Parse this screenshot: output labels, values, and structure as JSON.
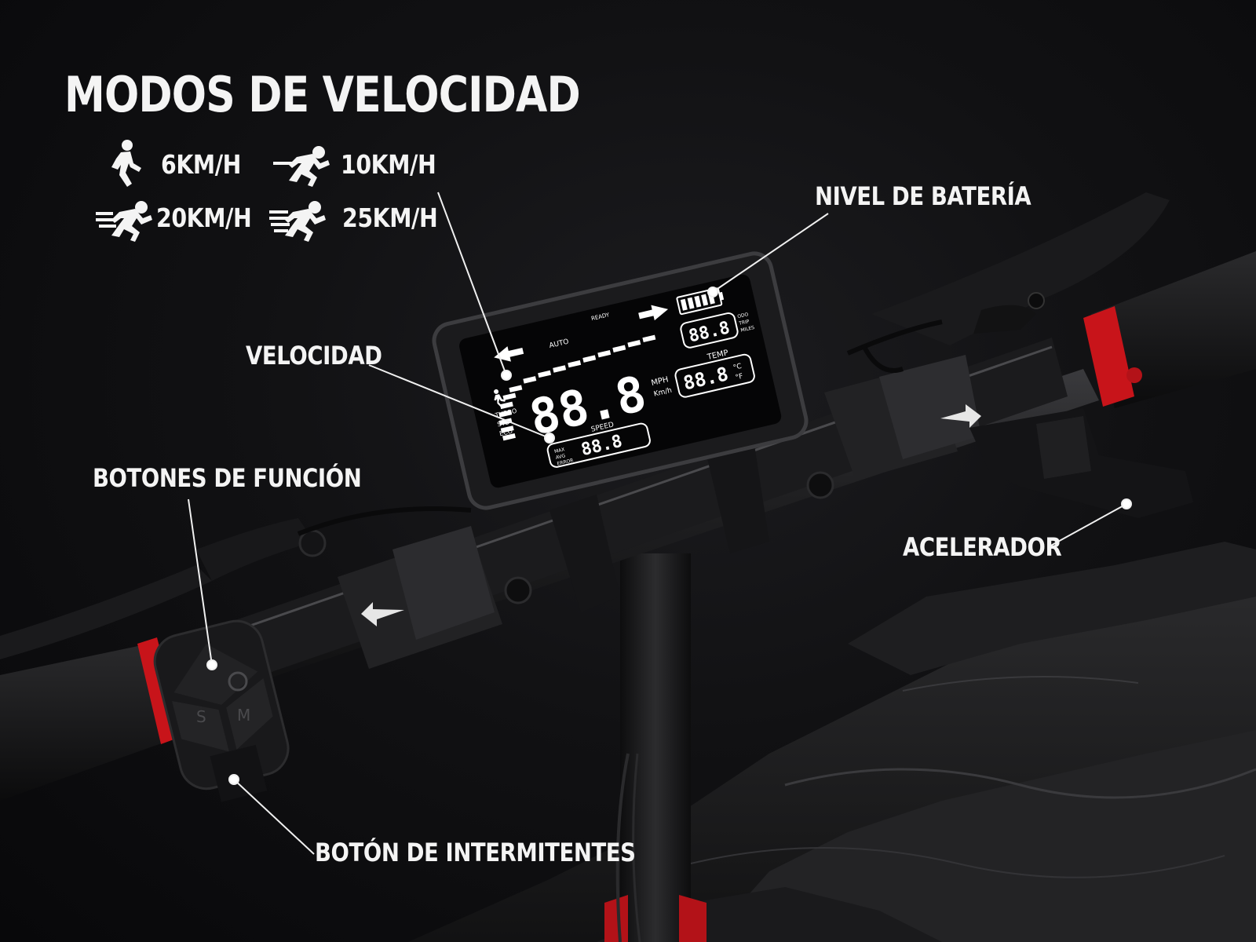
{
  "title": "MODOS DE VELOCIDAD",
  "speed_modes": [
    {
      "icon": "walking-person-icon",
      "label": "6KM/H"
    },
    {
      "icon": "running-person-icon",
      "label": "10KM/H"
    },
    {
      "icon": "fast-runner-icon",
      "label": "20KM/H"
    },
    {
      "icon": "fastest-runner-icon",
      "label": "25KM/H"
    }
  ],
  "callouts": {
    "battery": "NIVEL DE BATERÍA",
    "speed": "VELOCIDAD",
    "function_buttons": "BOTONES DE FUNCIÓN",
    "throttle": "ACELERADOR",
    "turn_signal": "BOTÓN DE INTERMITENTES"
  },
  "display": {
    "main_speed": "88.8",
    "unit_mph": "MPH",
    "unit_kmh": "Km/h",
    "speed_label": "SPEED",
    "odo_value": "88.8",
    "temp_label": "TEMP",
    "temp_value": "88.8",
    "temp_c": "°C",
    "temp_f": "°F",
    "lower_value": "88.8",
    "auto_label": "AUTO",
    "ready_label": "READY",
    "mode_turbo": "TURBO",
    "mode_std": "STD",
    "mode_eco": "ECO",
    "odo_tags": [
      "ODO",
      "TRIP",
      "MILES"
    ],
    "lower_tags": [
      "MAX",
      "AVG",
      "ERROR"
    ]
  },
  "controller_buttons": [
    "S",
    "M"
  ],
  "colors": {
    "text": "#f4f4f4",
    "accent_red": "#c8141a",
    "body": "#1e1e20"
  }
}
